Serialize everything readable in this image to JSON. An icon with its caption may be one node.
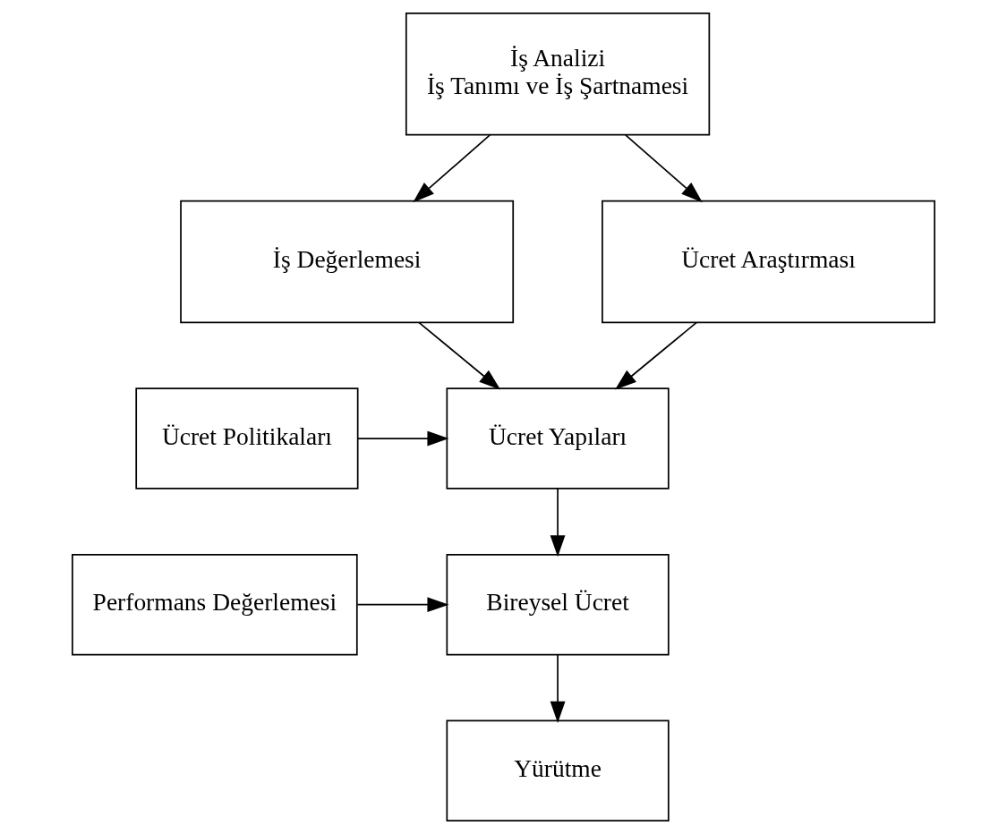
{
  "diagram": {
    "nodes": [
      {
        "text": [
          "İş Analizi",
          "İş Tanımı ve İş Şartnamesi"
        ]
      },
      {
        "text": [
          "İş Değerlemesi"
        ]
      },
      {
        "text": [
          "Ücret Araştırması"
        ]
      },
      {
        "text": [
          "Ücret Politikaları"
        ]
      },
      {
        "text": [
          "Ücret Yapıları"
        ]
      },
      {
        "text": [
          "Performans Değerlemesi"
        ]
      },
      {
        "text": [
          "Bireysel Ücret"
        ]
      },
      {
        "text": [
          "Yürütme"
        ]
      }
    ],
    "edges": [
      {
        "from": 0,
        "to": 1,
        "arrow": "to"
      },
      {
        "from": 0,
        "to": 2,
        "arrow": "to"
      },
      {
        "from": 1,
        "to": 4,
        "arrow": "to"
      },
      {
        "from": 2,
        "to": 4,
        "arrow": "to"
      },
      {
        "from": 3,
        "to": 4,
        "arrow": "to"
      },
      {
        "from": 4,
        "to": 6,
        "arrow": "to"
      },
      {
        "from": 5,
        "to": 6,
        "arrow": "to"
      },
      {
        "from": 6,
        "to": 7,
        "arrow": "to"
      }
    ]
  }
}
